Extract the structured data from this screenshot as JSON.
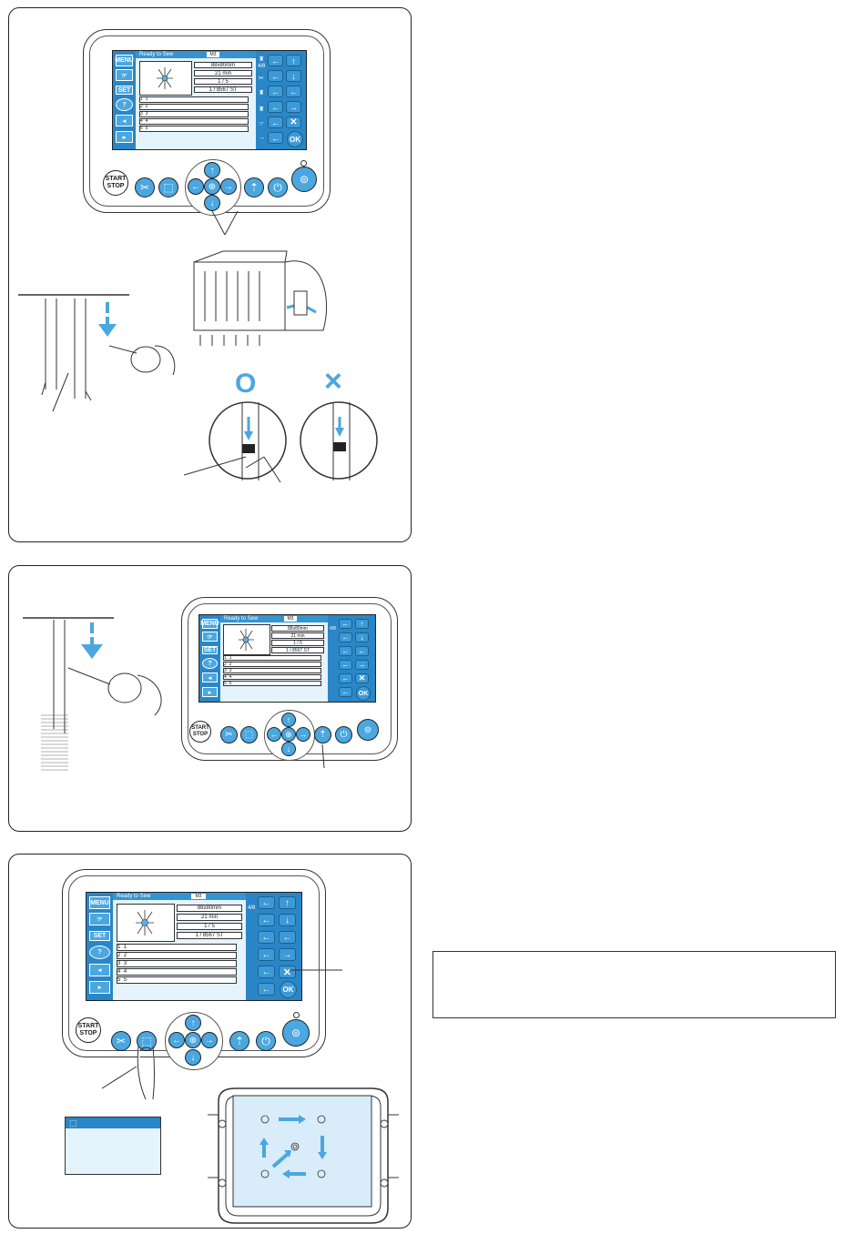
{
  "screen": {
    "title": "Ready to Sew",
    "format_label": "M3",
    "size": "88x80mm",
    "ratio": "4/8",
    "length": "21 min",
    "count": "1 / 5",
    "stitches": "1 / 8567 ST",
    "rows": [
      {
        "num": "1",
        "color": "1"
      },
      {
        "num": "2",
        "color": "2"
      },
      {
        "num": "3",
        "color": "3"
      },
      {
        "num": "4",
        "color": "4"
      },
      {
        "num": "5",
        "color": "5"
      }
    ],
    "sidebar": {
      "menu": "MENU",
      "set": "SET",
      "help": "?"
    },
    "ok": "OK"
  },
  "controls": {
    "start": "START",
    "stop": "STOP"
  },
  "symbols": {
    "correct": "O",
    "wrong": "×"
  },
  "colors": {
    "accent": "#2a86c6",
    "button": "#4aa7e0",
    "screen_bg": "#e4f3fc"
  }
}
